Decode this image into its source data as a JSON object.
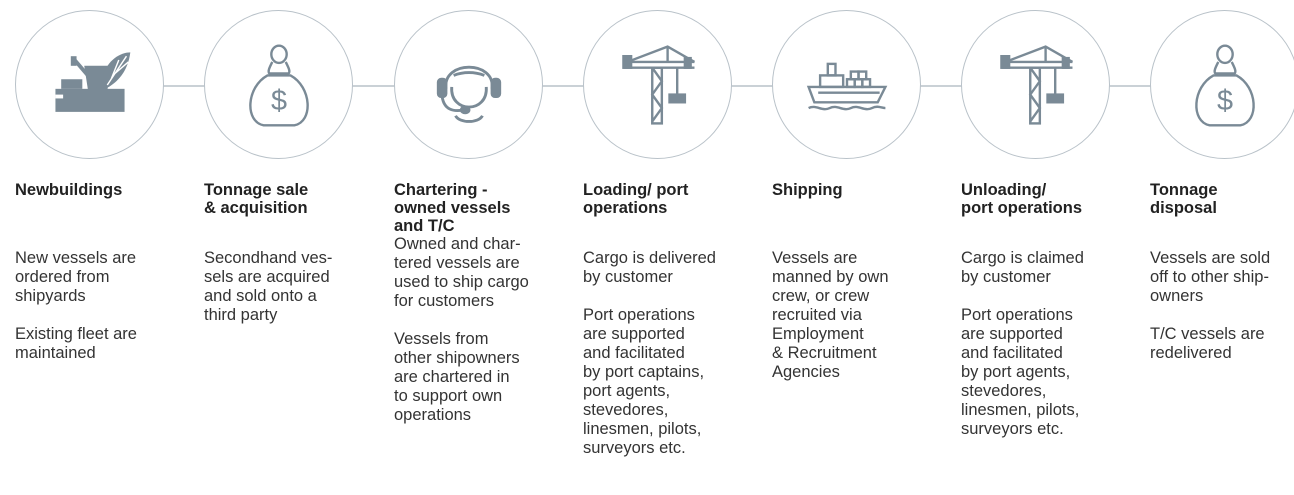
{
  "steps": [
    {
      "icon": "shipyard-icon",
      "title": "Newbuildings",
      "paragraphs": [
        "New vessels are\nordered from\nshipyards",
        "Existing fleet are\nmaintained"
      ]
    },
    {
      "icon": "money-bag-icon",
      "title": "Tonnage sale\n& acquisition",
      "paragraphs": [
        "Secondhand ves-\nsels are acquired\nand sold onto a\nthird party"
      ]
    },
    {
      "icon": "headset-agent-icon",
      "title": "Chartering -\nowned vessels\nand T/C",
      "paragraphs": [
        "Owned and char-\ntered vessels are\nused to ship cargo\nfor customers",
        "Vessels from\nother shipowners\nare chartered in\nto support own\noperations"
      ]
    },
    {
      "icon": "port-crane-icon",
      "title": "Loading/ port\noperations",
      "paragraphs": [
        "Cargo is delivered\nby customer",
        "Port operations\nare supported\nand facilitated\nby port captains,\nport agents,\nstevedores,\nlinesmen, pilots,\nsurveyors etc."
      ]
    },
    {
      "icon": "cargo-ship-icon",
      "title": "Shipping",
      "paragraphs": [
        "Vessels are\nmanned by own\ncrew, or crew\nrecruited via\nEmployment\n& Recruitment\nAgencies"
      ]
    },
    {
      "icon": "port-crane-icon",
      "title": "Unloading/\nport operations",
      "paragraphs": [
        "Cargo is claimed\nby customer",
        "Port operations\nare supported\nand facilitated\nby port agents,\nstevedores,\nlinesmen, pilots,\nsurveyors etc."
      ]
    },
    {
      "icon": "money-bag-icon",
      "title": "Tonnage\ndisposal",
      "paragraphs": [
        "Vessels are sold\noff to other ship-\nowners",
        "T/C vessels are\nredelivered"
      ]
    }
  ],
  "colors": {
    "icon": "#7a8a96",
    "circle_border": "#b9c2c9"
  }
}
